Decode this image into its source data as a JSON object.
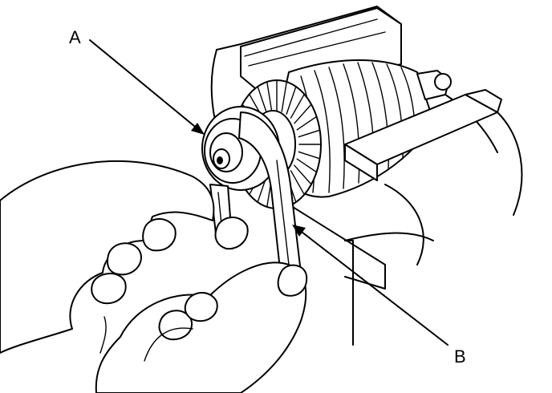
{
  "diagram": {
    "callouts": [
      {
        "id": "A",
        "label": "A"
      },
      {
        "id": "B",
        "label": "B"
      }
    ],
    "colors": {
      "ink": "#000000",
      "paper": "#ffffff"
    }
  }
}
